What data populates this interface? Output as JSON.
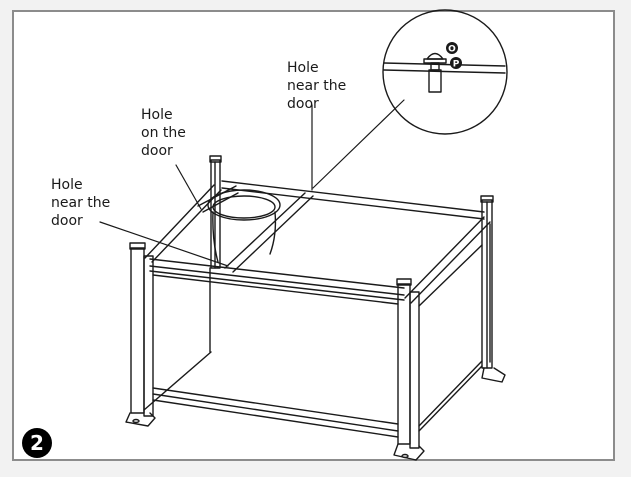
{
  "callouts": [
    {
      "id": "hole-on-the-door",
      "lines": [
        "Hole",
        "on the",
        "door"
      ]
    },
    {
      "id": "hole-near-the-door-left",
      "lines": [
        "Hole",
        "near the",
        "door"
      ]
    },
    {
      "id": "hole-near-the-door-top",
      "lines": [
        "Hole",
        "near the",
        "door"
      ]
    }
  ],
  "step_number": "2",
  "detail_marks": [
    "O",
    "P"
  ],
  "colors": {
    "line": "#1a1a1a",
    "frame_border": "#8c8c8c",
    "background": "#ffffff"
  }
}
